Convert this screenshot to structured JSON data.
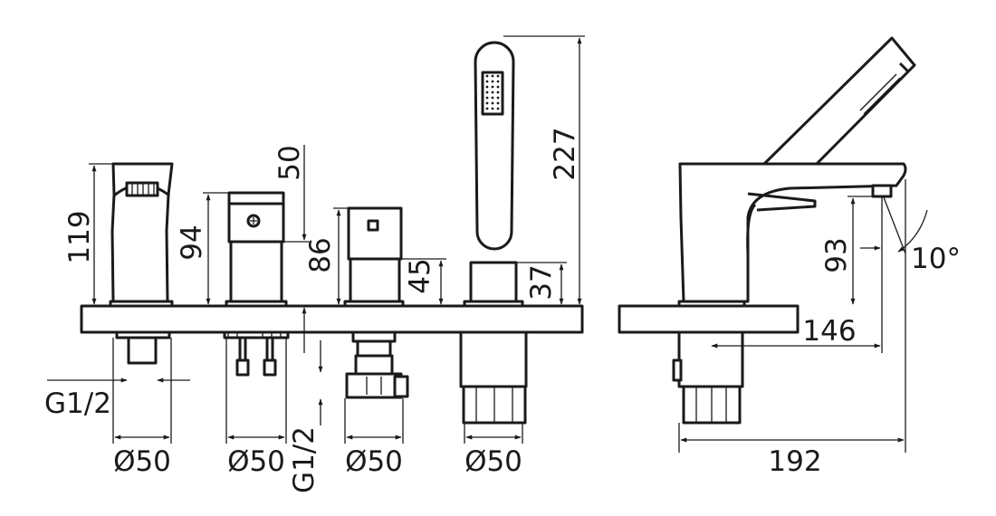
{
  "dimensions": {
    "spout_height": "119",
    "mixer_height": "94",
    "mixer_handle_height": "50",
    "diverter_height": "86",
    "diverter_body_height": "45",
    "holder_height": "37",
    "hand_shower_height": "227",
    "side_spout_height": "93",
    "side_angle": "10°",
    "side_reach": "146",
    "side_total": "192",
    "connection_left": "G1/2",
    "connection_diverter": "G1/2",
    "diameter_1": "Ø50",
    "diameter_2": "Ø50",
    "diameter_3": "Ø50",
    "diameter_4": "Ø50"
  }
}
